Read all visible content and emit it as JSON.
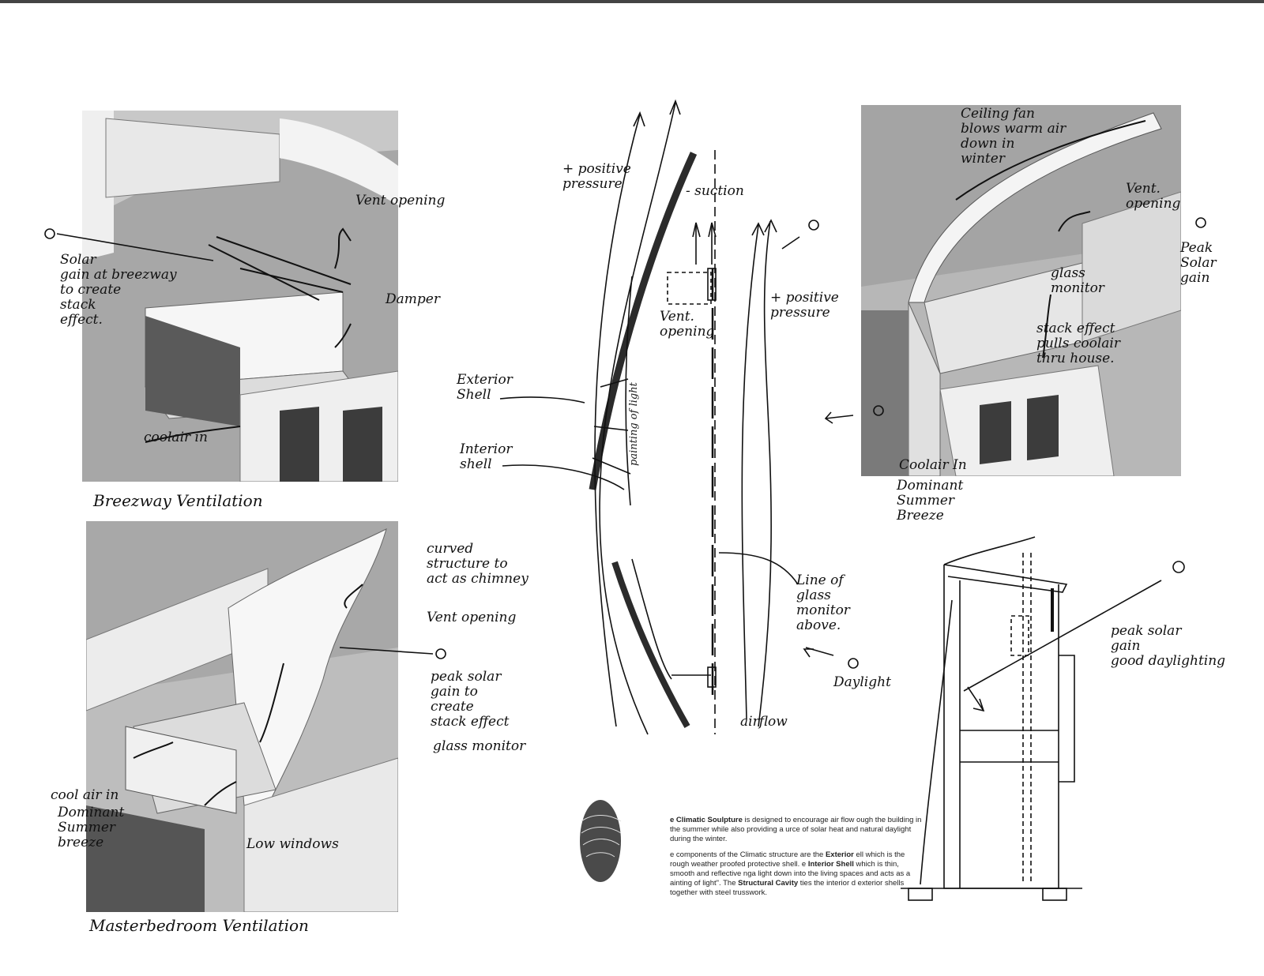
{
  "photos": {
    "breezeway": {
      "caption": "Breezway Ventilation"
    },
    "master": {
      "caption": "Masterbedroom Ventilation"
    },
    "monitor": {}
  },
  "labels": {
    "vent_opening_top": "Vent opening",
    "solar_gain": "Solar\ngain at breezway\nto create\nstack\neffect.",
    "damper": "Damper",
    "coolair_in_1": "coolair in",
    "positive_pressure_left": "+ positive\npressure",
    "suction": "- suction",
    "vent_opening_center": "Vent.\nopening",
    "positive_pressure_right": "+ positive\npressure",
    "exterior_shell": "Exterior\nShell",
    "interior_shell": "Interior\nshell",
    "painting_of_light": "painting of light",
    "line_of_glass": "Line of\nglass\nmonitor\nabove.",
    "daylight": "Daylight",
    "airflow": "airflow",
    "ceiling_fan": "Ceiling fan\nblows warm air\ndown in\nwinter",
    "vent_opening_right": "Vent.\nopening",
    "peak_solar_gain_right": "Peak\nSolar\ngain",
    "glass_monitor_right": "glass\nmonitor",
    "stack_effect_right": "stack effect\npulls coolair\nthru house.",
    "coolair_in_right": "Coolair In",
    "dominant_breeze_right": "Dominant\nSummer\nBreeze",
    "curved_structure": "curved\nstructure to\nact as chimney",
    "vent_opening_master": "Vent opening",
    "peak_solar_gain_master": "peak solar\ngain to\ncreate\nstack effect",
    "glass_monitor_master": "glass monitor",
    "cool_air_in_master": "cool air in",
    "dominant_breeze_master": "Dominant\nSummer\nbreeze",
    "low_windows": "Low windows",
    "peak_solar_section": "peak solar\ngain\ngood daylighting"
  },
  "text_block": {
    "p1_bold": "e Climatic Soulpture",
    "p1_rest": " is designed to encourage air flow ough the building in the summer while also providing a urce of solar heat and natural daylight during the winter.",
    "p2_start": "e components of the Climatic structure are the ",
    "p2_bold1": "Exterior",
    "p2_mid1": " ell which is the rough weather proofed protective shell. e ",
    "p2_bold2": "Interior Shell",
    "p2_mid2": " which is thin, smooth and reflective nga light down into the living spaces and acts as a ainting of light\". The ",
    "p2_bold3": "Structural Cavity",
    "p2_end": " ties the interior d exterior shells together with steel trusswork."
  }
}
